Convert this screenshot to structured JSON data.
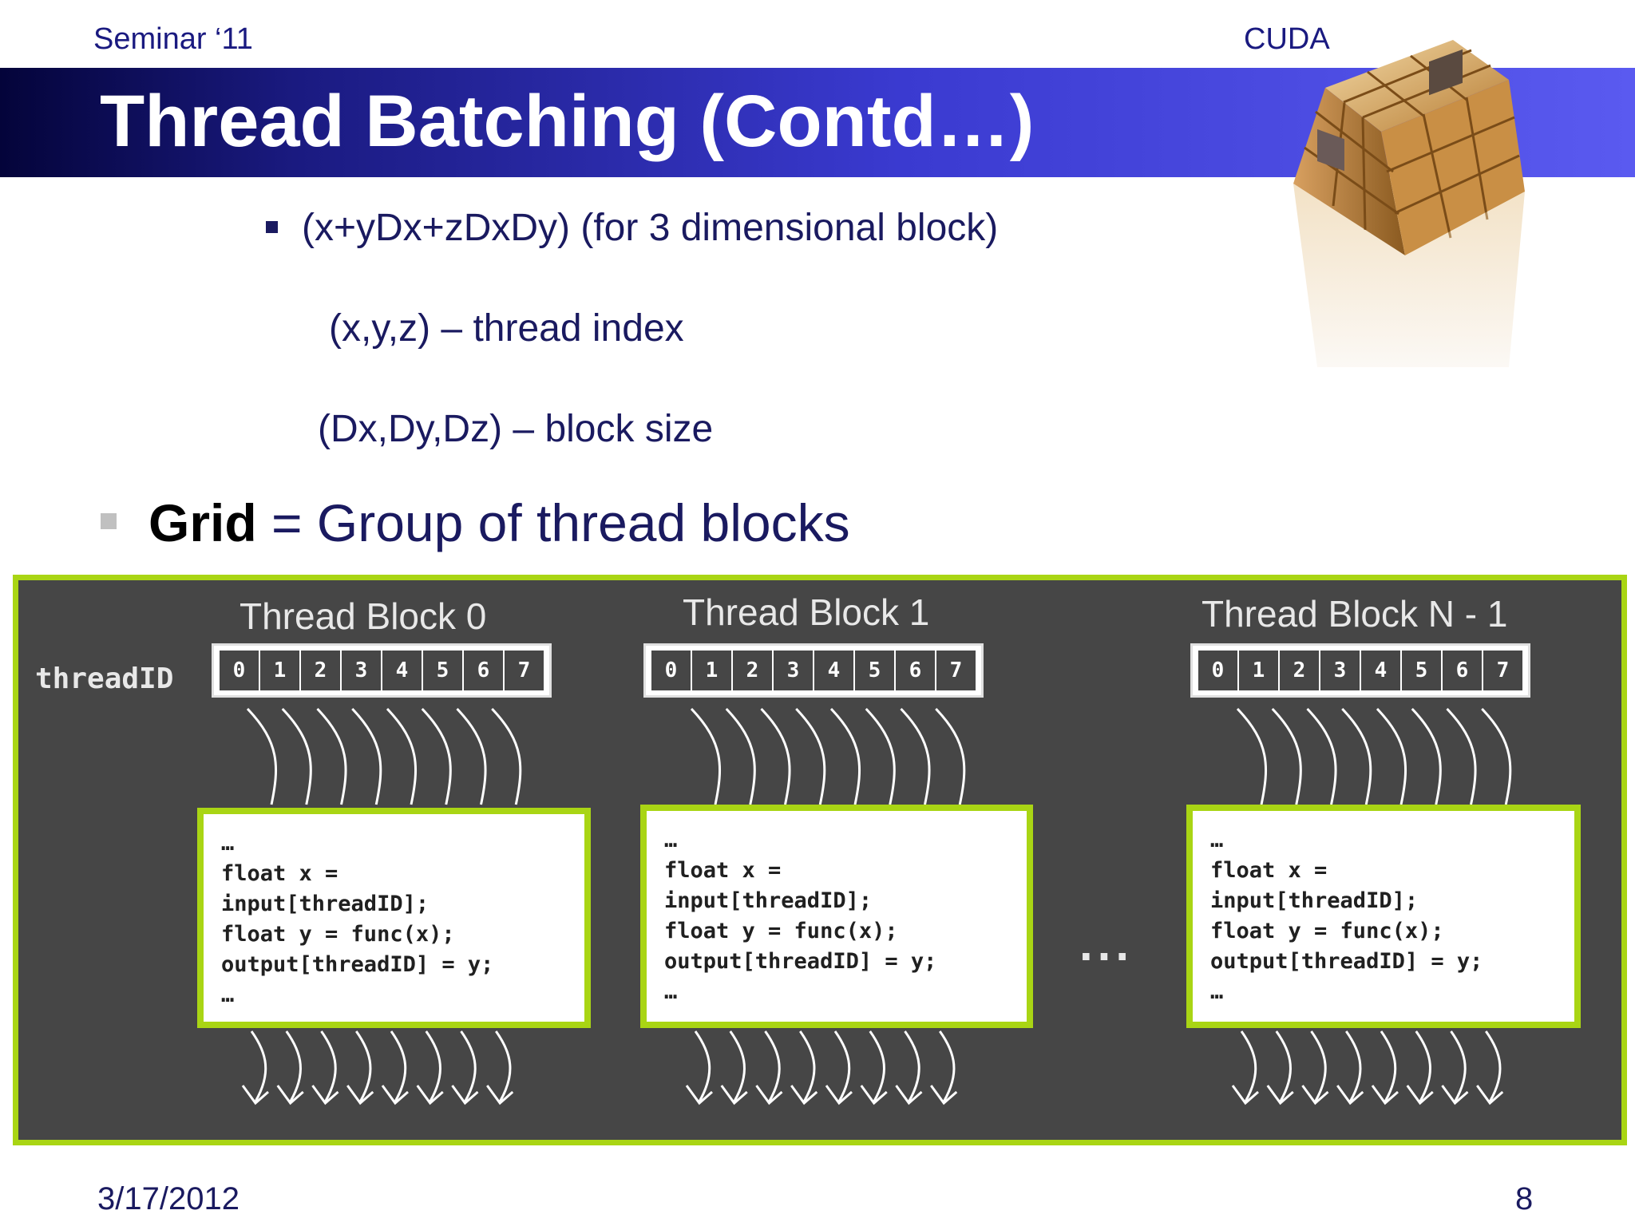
{
  "header": {
    "left": "Seminar ‘11",
    "right": "CUDA"
  },
  "title": "Thread Batching (Contd…)",
  "lines": {
    "formula": "(x+yDx+zDxDy) (for 3 dimensional block)",
    "thread_index": "(x,y,z) – thread index",
    "block_size": "(Dx,Dy,Dz) – block size"
  },
  "bullet": {
    "term": "Grid",
    "rest": " = Group of thread blocks"
  },
  "diagram": {
    "threadid_label": "threadID",
    "blocks": [
      {
        "title": "Thread Block 0"
      },
      {
        "title": "Thread Block 1"
      },
      {
        "title": "Thread Block N - 1"
      }
    ],
    "cell_labels": [
      "0",
      "1",
      "2",
      "3",
      "4",
      "5",
      "6",
      "7"
    ],
    "code": "…\nfloat x =\ninput[threadID];\nfloat y = func(x);\noutput[threadID] = y;\n…",
    "ellipsis": "..."
  },
  "footer": {
    "date": "3/17/2012",
    "page": "8"
  },
  "colors": {
    "accent": "#a9d514",
    "panel": "#464646",
    "title_bar": "#3a3ad0"
  }
}
